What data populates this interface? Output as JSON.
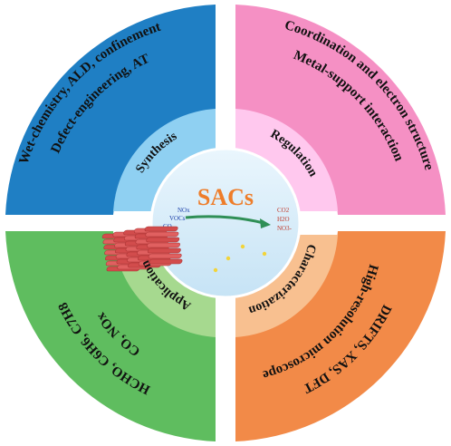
{
  "center": {
    "title": "SACs"
  },
  "reactants": [
    "NOx",
    "VOCs",
    "CO"
  ],
  "products": [
    "CO2",
    "H2O",
    "NO3-"
  ],
  "inner_labels": {
    "synthesis": "Synthesis",
    "regulation": "Regulation",
    "application": "Application",
    "characterizations": "Characterizations"
  },
  "outer_labels": {
    "top_left_1": "Wet-chemistry, ALD, confinement",
    "top_left_2": "Defect-engineering, AT",
    "top_right_1": "Coordination and electron structure",
    "top_right_2": "Metal-support interaction",
    "bottom_left_1": "CO, NOx",
    "bottom_left_2": "HCHO, C6H6, C7H8",
    "bottom_right_1": "High-resolution microscope",
    "bottom_right_2": "DRIFTS, XAS, DFT"
  },
  "colors": {
    "top_left": "#1f7fc4",
    "top_right": "#f590c4",
    "bottom_left": "#5fbd5f",
    "bottom_right": "#f28a48",
    "synthesis": "#8fd0f2",
    "regulation": "#ffc8ee",
    "application": "#a6d98f",
    "characterizations": "#f8c090",
    "center": "#d9effb",
    "title": "#ee7d2a"
  }
}
